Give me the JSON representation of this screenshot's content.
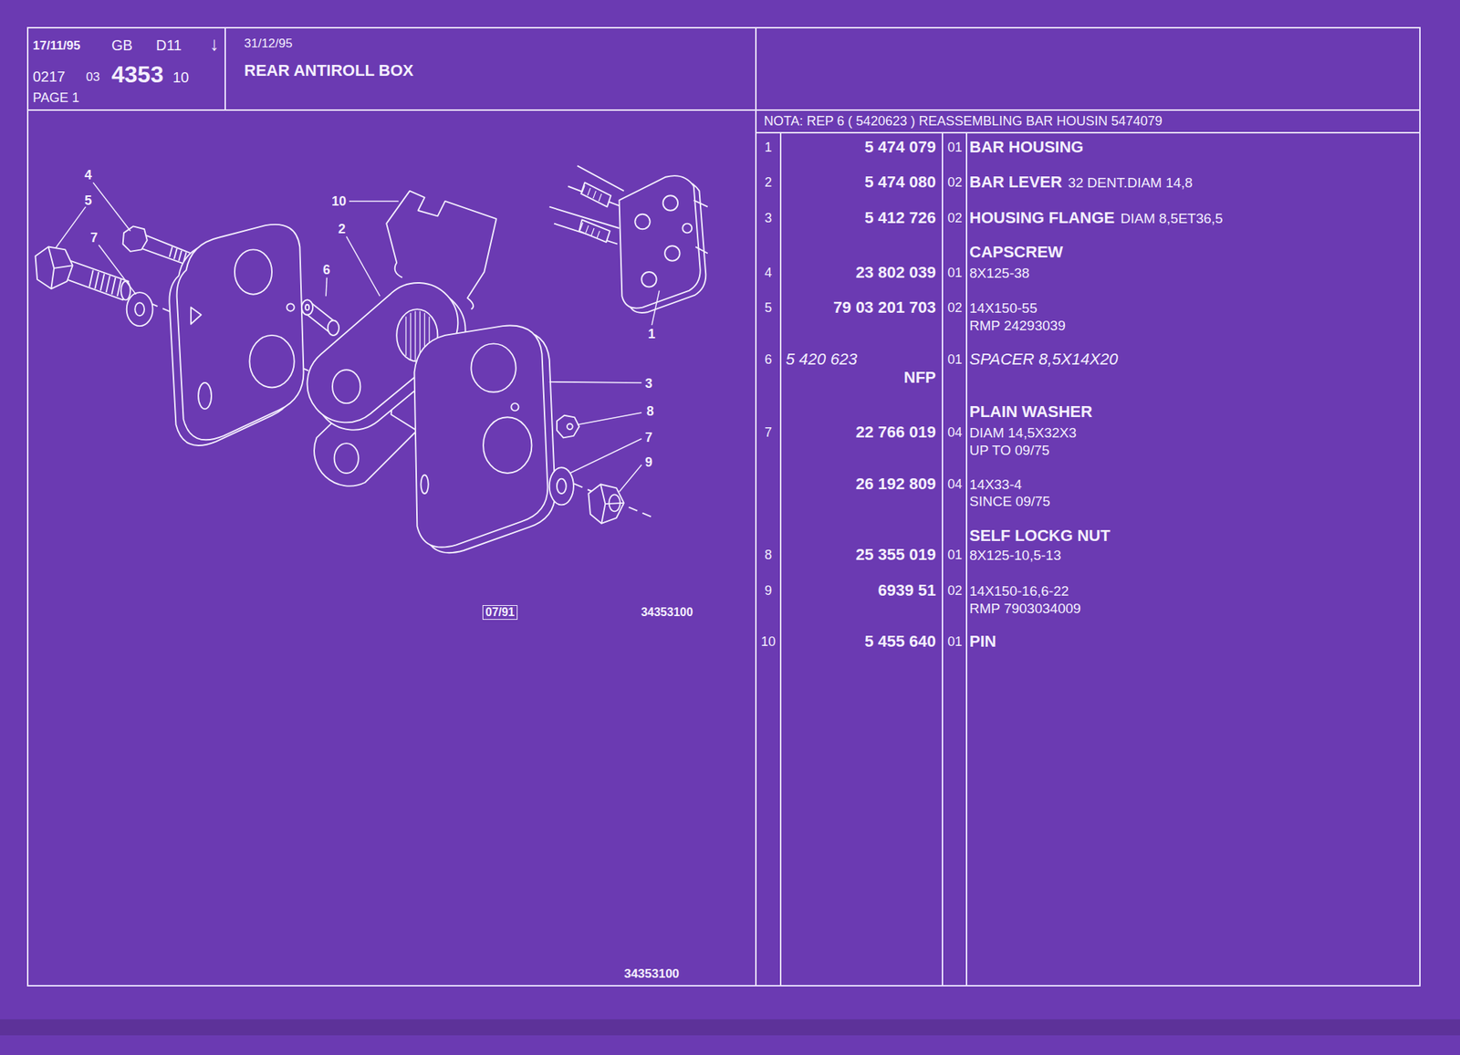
{
  "diagram": {
    "title": "REAR ANTIROLL BOX",
    "labels": [
      "17/11/95",
      "GB",
      "D11",
      "↓",
      "0217",
      "03",
      "4353",
      "10",
      "PAGE 1",
      "31/12/95",
      "NOTA: REP 6 ( 5420623 ) REASSEMBLING BAR HOUSIN 5474079",
      "1",
      "5 474 079",
      "01",
      "BAR HOUSING",
      "2",
      "5 474 080",
      "02",
      "BAR LEVER",
      "32 DENT.DIAM 14,8",
      "3",
      "5 412 726",
      "02",
      "HOUSING FLANGE",
      "DIAM 8,5ET36,5",
      "CAPSCREW",
      "4",
      "23 802 039",
      "01",
      "8X125-38",
      "5",
      "79 03 201 703",
      "02",
      "14X150-55",
      "RMP 24293039",
      "6",
      "5 420 623",
      "01",
      "SPACER 8,5X14X20",
      "NFP",
      "PLAIN WASHER",
      "7",
      "22 766 019",
      "04",
      "DIAM 14,5X32X3",
      "UP TO 09/75",
      "26 192 809",
      "04",
      "14X33-4",
      "SINCE 09/75",
      "SELF LOCKG NUT",
      "8",
      "25 355 019",
      "01",
      "8X125-10,5-13",
      "9",
      "6939 51",
      "02",
      "14X150-16,6-22",
      "RMP 7903034009",
      "10",
      "5 455 640",
      "01",
      "PIN",
      "4",
      "5",
      "10",
      "2",
      "7",
      "6",
      "1",
      "3",
      "8",
      "7",
      "9",
      "07/91",
      "34353100",
      "34353100"
    ]
  }
}
